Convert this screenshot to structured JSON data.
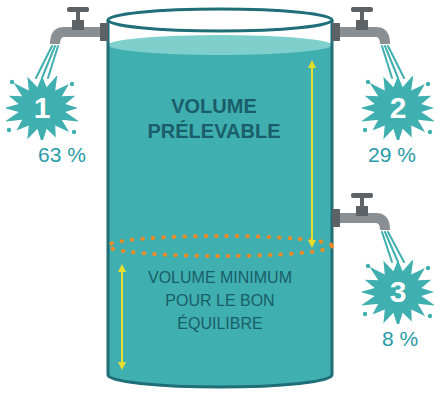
{
  "diagram": {
    "nodes": [
      {
        "text": [
          "1"
        ]
      },
      {
        "text": [
          "2"
        ]
      },
      {
        "text": [
          "3"
        ]
      }
    ],
    "labels": [
      "VOLUME PRÉLEVABLE",
      "VOLUME MINIMUM POUR LE BON ÉQUILIBRE",
      "63 %",
      "29 %",
      "8 %"
    ]
  }
}
